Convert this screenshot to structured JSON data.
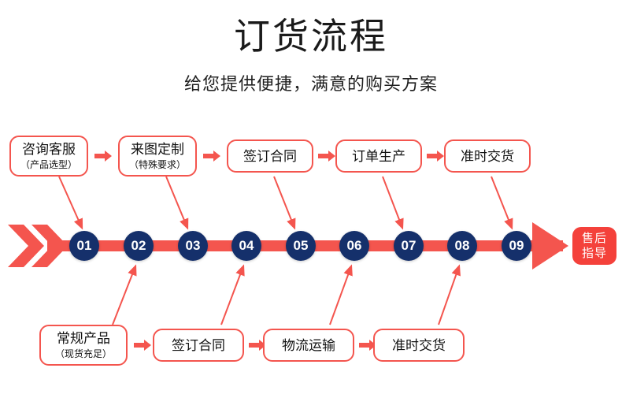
{
  "header": {
    "title": "订货流程",
    "subtitle": "给您提供便捷，满意的购买方案"
  },
  "colors": {
    "red": "#f4554e",
    "red_solid": "#f4413b",
    "navy": "#15306b",
    "text": "#111111",
    "background": "#ffffff"
  },
  "top_steps": [
    {
      "line1": "咨询客服",
      "line2": "（产品选型）"
    },
    {
      "line1": "来图定制",
      "line2": "（特殊要求）"
    },
    {
      "line1": "签订合同",
      "line2": ""
    },
    {
      "line1": "订单生产",
      "line2": ""
    },
    {
      "line1": "准时交货",
      "line2": ""
    }
  ],
  "bottom_steps": [
    {
      "line1": "常规产品",
      "line2": "（现货充足）"
    },
    {
      "line1": "签订合同",
      "line2": ""
    },
    {
      "line1": "物流运输",
      "line2": ""
    },
    {
      "line1": "准时交货",
      "line2": ""
    }
  ],
  "timeline": {
    "numbers": [
      "01",
      "02",
      "03",
      "04",
      "05",
      "06",
      "07",
      "08",
      "09"
    ]
  },
  "after_sale": {
    "line1": "售后",
    "line2": "指导"
  }
}
